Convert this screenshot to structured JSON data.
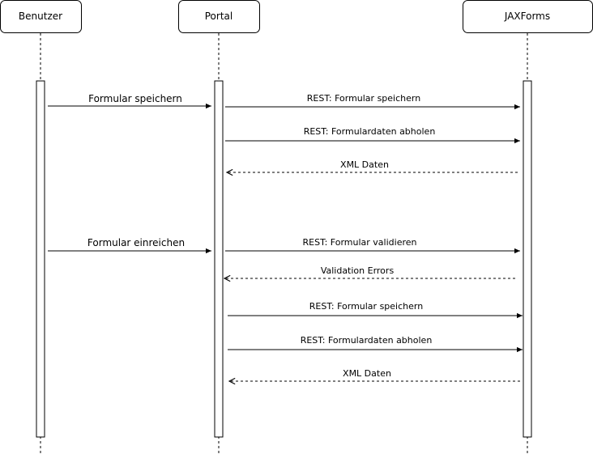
{
  "participants": [
    {
      "id": "benutzer",
      "label": "Benutzer"
    },
    {
      "id": "portal",
      "label": "Portal"
    },
    {
      "id": "jaxforms",
      "label": "JAXForms"
    }
  ],
  "messages": [
    {
      "label": "Formular speichern",
      "from": "benutzer",
      "to": "portal",
      "style": "solid"
    },
    {
      "label": "REST:  Formular speichern",
      "from": "portal",
      "to": "jaxforms",
      "style": "solid"
    },
    {
      "label": "REST:  Formulardaten abholen",
      "from": "portal",
      "to": "jaxforms",
      "style": "solid"
    },
    {
      "label": "XML Daten",
      "from": "jaxforms",
      "to": "portal",
      "style": "dashed"
    },
    {
      "label": "Formular einreichen",
      "from": "benutzer",
      "to": "portal",
      "style": "solid"
    },
    {
      "label": "REST: Formular validieren",
      "from": "portal",
      "to": "jaxforms",
      "style": "solid"
    },
    {
      "label": "Validation Errors",
      "from": "jaxforms",
      "to": "portal",
      "style": "dashed"
    },
    {
      "label": "REST:  Formular speichern",
      "from": "portal",
      "to": "jaxforms",
      "style": "solid"
    },
    {
      "label": "REST:  Formulardaten abholen",
      "from": "portal",
      "to": "jaxforms",
      "style": "solid"
    },
    {
      "label": "XML Daten",
      "from": "jaxforms",
      "to": "portal",
      "style": "dashed"
    }
  ]
}
